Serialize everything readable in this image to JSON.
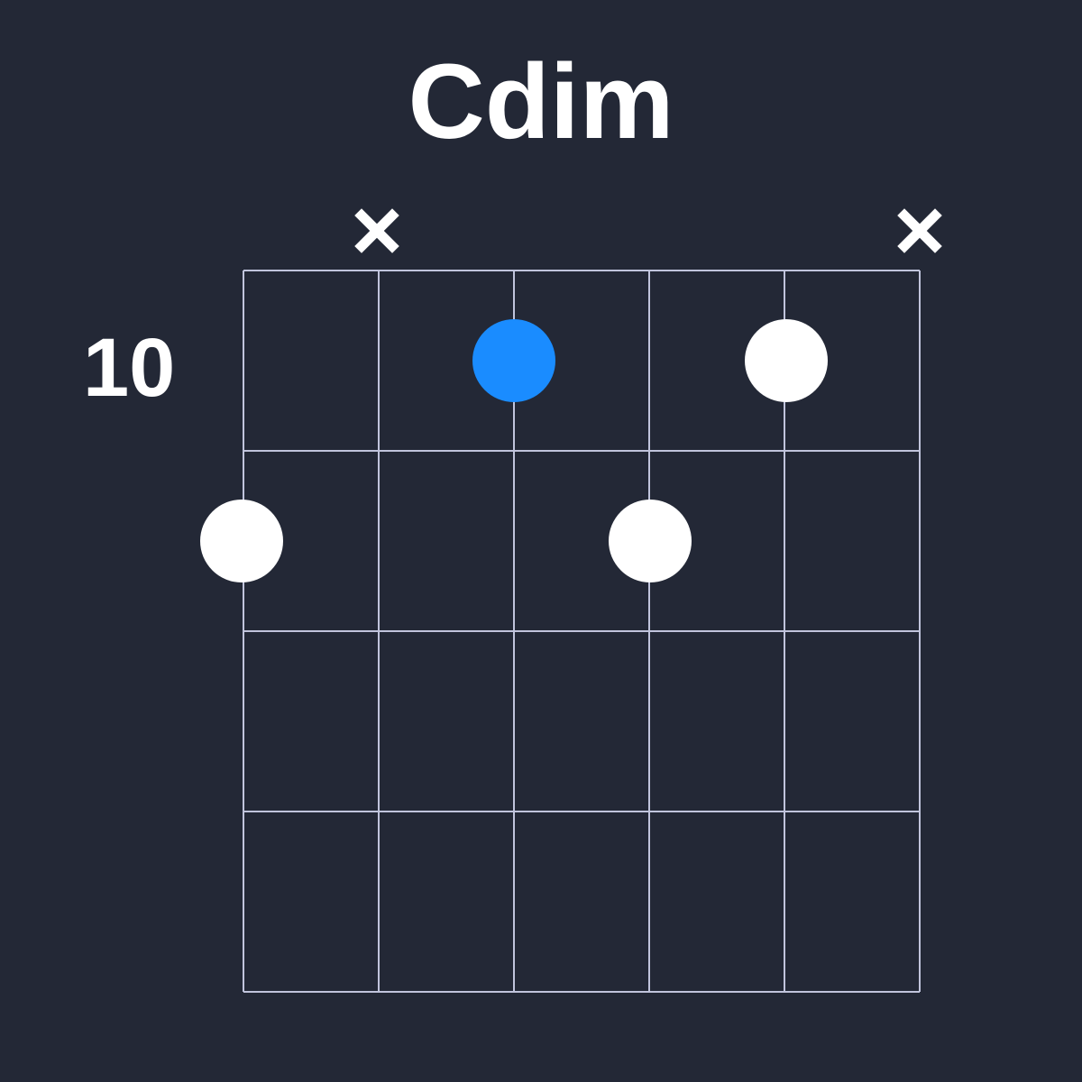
{
  "chord": {
    "name": "Cdim",
    "start_fret": "10",
    "strings": 6,
    "frets": 4,
    "muted_strings": [
      2,
      6
    ],
    "dots": [
      {
        "string": 3,
        "fret": 1,
        "color": "#1a8cff",
        "root": true
      },
      {
        "string": 5,
        "fret": 1,
        "color": "#ffffff",
        "root": false
      },
      {
        "string": 1,
        "fret": 2,
        "color": "#ffffff",
        "root": false
      },
      {
        "string": 4,
        "fret": 2,
        "color": "#ffffff",
        "root": false
      }
    ]
  },
  "colors": {
    "background": "#232836",
    "grid": "#c0c4dc",
    "text": "#ffffff",
    "root_dot": "#1a8cff",
    "dot": "#ffffff"
  },
  "labels": {
    "mute_symbol": "×"
  }
}
